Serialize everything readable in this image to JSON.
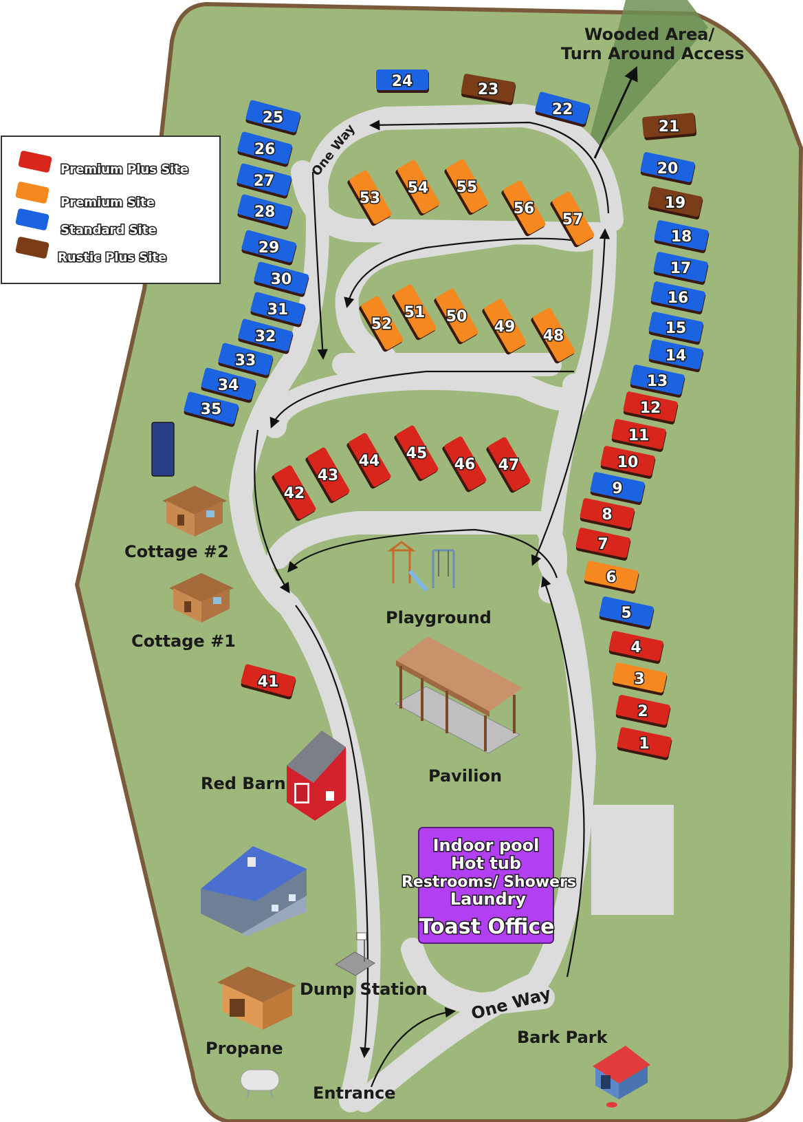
{
  "colors": {
    "grass": "#9db87a",
    "grass_edge": "#7a5a3a",
    "road": "#dcdcdc",
    "premium_plus": "#d9261c",
    "premium": "#f5891f",
    "standard": "#1b63e0",
    "rustic_plus": "#7a3d17",
    "office": "#b33ff2"
  },
  "legend": {
    "items": [
      {
        "label": "Premium Plus Site",
        "type": "premium_plus"
      },
      {
        "label": "Premium Site",
        "type": "premium"
      },
      {
        "label": "Standard Site",
        "type": "standard"
      },
      {
        "label": "Rustic Plus Site",
        "type": "rustic_plus"
      }
    ]
  },
  "sites": [
    {
      "number": "1",
      "type": "premium_plus"
    },
    {
      "number": "2",
      "type": "premium_plus"
    },
    {
      "number": "3",
      "type": "premium"
    },
    {
      "number": "4",
      "type": "premium_plus"
    },
    {
      "number": "5",
      "type": "standard"
    },
    {
      "number": "6",
      "type": "premium"
    },
    {
      "number": "7",
      "type": "premium_plus"
    },
    {
      "number": "8",
      "type": "premium_plus"
    },
    {
      "number": "9",
      "type": "standard"
    },
    {
      "number": "10",
      "type": "premium_plus"
    },
    {
      "number": "11",
      "type": "premium_plus"
    },
    {
      "number": "12",
      "type": "premium_plus"
    },
    {
      "number": "13",
      "type": "standard"
    },
    {
      "number": "14",
      "type": "standard"
    },
    {
      "number": "15",
      "type": "standard"
    },
    {
      "number": "16",
      "type": "standard"
    },
    {
      "number": "17",
      "type": "standard"
    },
    {
      "number": "18",
      "type": "standard"
    },
    {
      "number": "19",
      "type": "rustic_plus"
    },
    {
      "number": "20",
      "type": "standard"
    },
    {
      "number": "21",
      "type": "rustic_plus"
    },
    {
      "number": "22",
      "type": "standard"
    },
    {
      "number": "23",
      "type": "rustic_plus"
    },
    {
      "number": "24",
      "type": "standard"
    },
    {
      "number": "25",
      "type": "standard"
    },
    {
      "number": "26",
      "type": "standard"
    },
    {
      "number": "27",
      "type": "standard"
    },
    {
      "number": "28",
      "type": "standard"
    },
    {
      "number": "29",
      "type": "standard"
    },
    {
      "number": "30",
      "type": "standard"
    },
    {
      "number": "31",
      "type": "standard"
    },
    {
      "number": "32",
      "type": "standard"
    },
    {
      "number": "33",
      "type": "standard"
    },
    {
      "number": "34",
      "type": "standard"
    },
    {
      "number": "35",
      "type": "standard"
    },
    {
      "number": "41",
      "type": "premium_plus"
    },
    {
      "number": "42",
      "type": "premium_plus"
    },
    {
      "number": "43",
      "type": "premium_plus"
    },
    {
      "number": "44",
      "type": "premium_plus"
    },
    {
      "number": "45",
      "type": "premium_plus"
    },
    {
      "number": "46",
      "type": "premium_plus"
    },
    {
      "number": "47",
      "type": "premium_plus"
    },
    {
      "number": "48",
      "type": "premium"
    },
    {
      "number": "49",
      "type": "premium"
    },
    {
      "number": "50",
      "type": "premium"
    },
    {
      "number": "51",
      "type": "premium"
    },
    {
      "number": "52",
      "type": "premium"
    },
    {
      "number": "53",
      "type": "premium"
    },
    {
      "number": "54",
      "type": "premium"
    },
    {
      "number": "55",
      "type": "premium"
    },
    {
      "number": "56",
      "type": "premium"
    },
    {
      "number": "57",
      "type": "premium"
    }
  ],
  "labels": {
    "wooded_line1": "Wooded Area/",
    "wooded_line2": "Turn Around Access",
    "one_way_top": "One Way",
    "one_way_bottom": "One Way",
    "cottage2": "Cottage #2",
    "cottage1": "Cottage #1",
    "playground": "Playground",
    "pavilion": "Pavilion",
    "red_barn": "Red Barn",
    "dump_station": "Dump Station",
    "propane": "Propane",
    "entrance": "Entrance",
    "bark_park": "Bark Park"
  },
  "office": {
    "line1": "Indoor pool",
    "line2": "Hot tub",
    "line3": "Restrooms/ Showers",
    "line4": "Laundry",
    "title": "Toast Office"
  }
}
